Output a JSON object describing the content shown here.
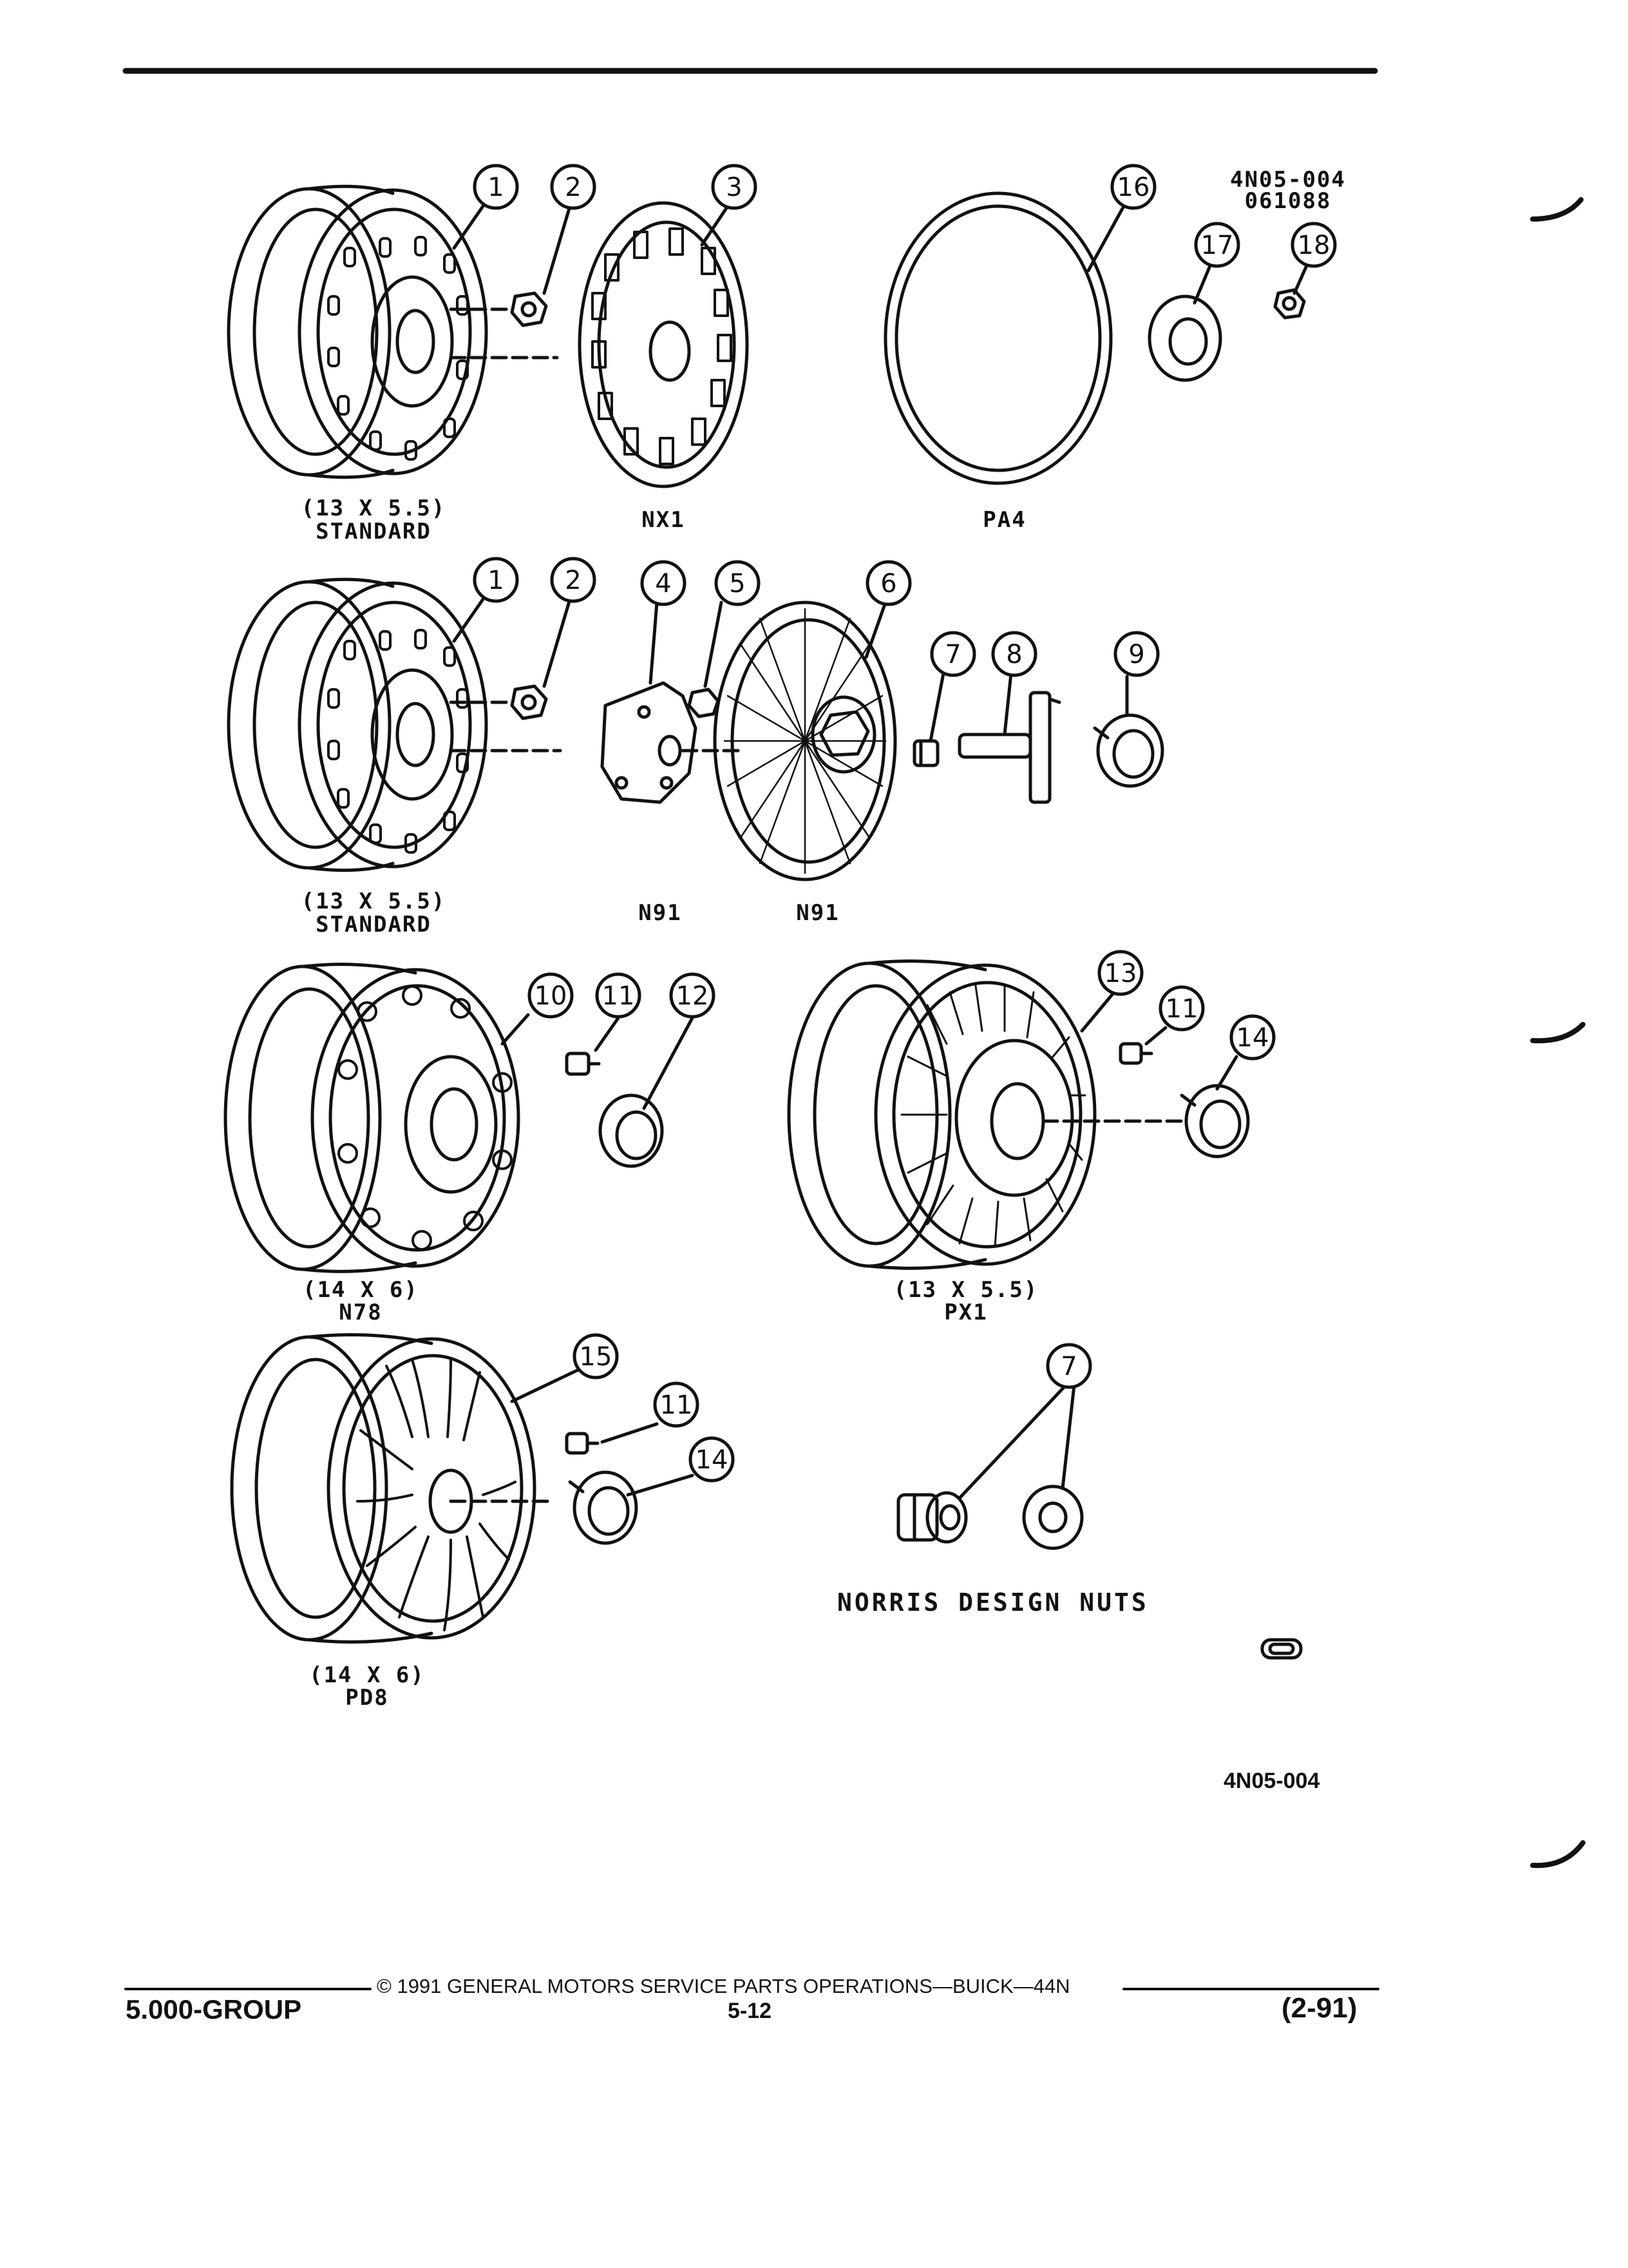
{
  "callouts": [
    "1",
    "2",
    "3",
    "16",
    "17",
    "18",
    "1",
    "2",
    "4",
    "5",
    "6",
    "7",
    "8",
    "9",
    "10",
    "11",
    "12",
    "13",
    "11",
    "14",
    "15",
    "11",
    "14",
    "7"
  ],
  "labels": {
    "ref_top": "4N05-004",
    "ref_top_date": "061088",
    "std_size_1": "(13 X 5.5)",
    "std_name_1": "STANDARD",
    "nx1": "NX1",
    "pa4": "PA4",
    "std_size_2": "(13 X 5.5)",
    "std_name_2": "STANDARD",
    "n91_a": "N91",
    "n91_b": "N91",
    "n78_size": "(14 X 6)",
    "n78_name": "N78",
    "px1_size": "(13 X 5.5)",
    "px1_name": "PX1",
    "pd8_size": "(14 X 6)",
    "pd8_name": "PD8",
    "norris": "NORRIS DESIGN NUTS",
    "ref_bottom": "4N05-004"
  },
  "footer": {
    "copyright": "© 1991 GENERAL MOTORS SERVICE PARTS OPERATIONS—BUICK—44N",
    "group": "5.000-GROUP",
    "page": "5-12",
    "date": "(2-91)"
  }
}
